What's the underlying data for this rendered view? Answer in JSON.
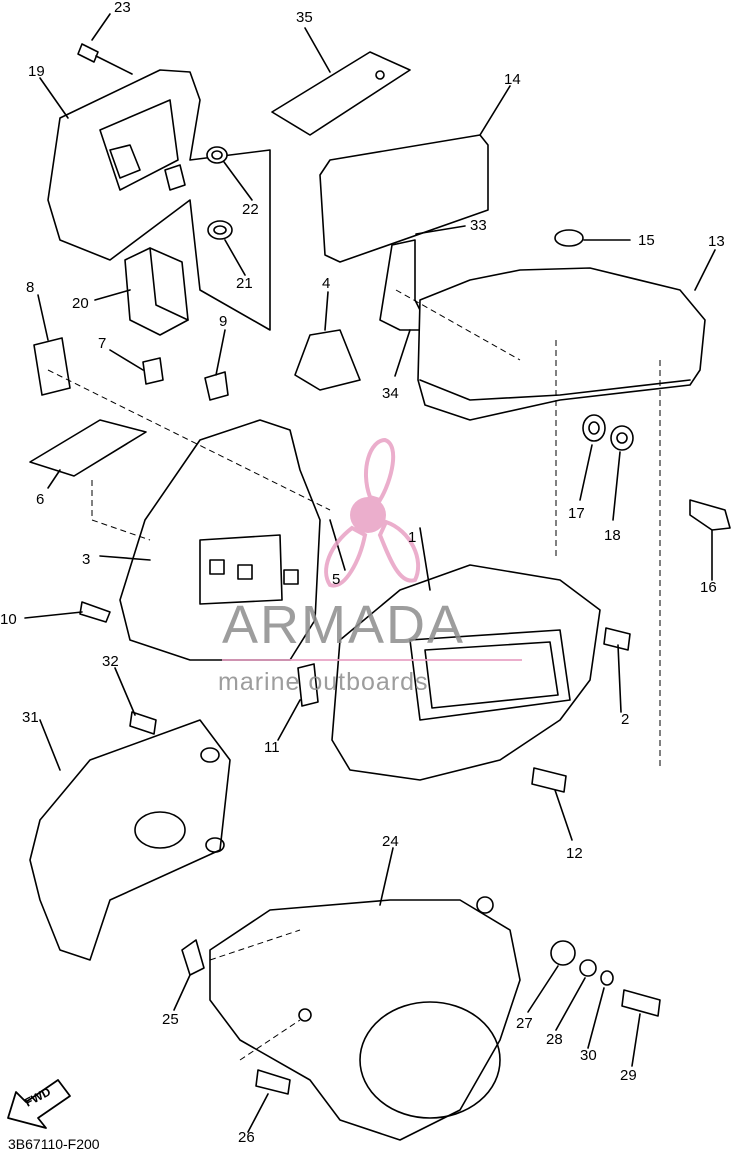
{
  "diagram": {
    "drawing_code": "3B67110-F200",
    "fwd_label": "FWD",
    "watermark": {
      "title": "ARMADA",
      "subtitle": "marine outboards",
      "accent_color": "#e8a0c4",
      "text_color": "#8c8c8c"
    },
    "part_numbers": {
      "p1": "1",
      "p2": "2",
      "p3": "3",
      "p4": "4",
      "p5": "5",
      "p6": "6",
      "p7": "7",
      "p8": "8",
      "p9": "9",
      "p10": "10",
      "p11": "11",
      "p12": "12",
      "p13": "13",
      "p14": "14",
      "p15": "15",
      "p16": "16",
      "p17": "17",
      "p18": "18",
      "p19": "19",
      "p20": "20",
      "p21": "21",
      "p22": "22",
      "p23": "23",
      "p24": "24",
      "p25": "25",
      "p26": "26",
      "p27": "27",
      "p28": "28",
      "p29": "29",
      "p30": "30",
      "p31": "31",
      "p32": "32",
      "p33": "33",
      "p34": "34",
      "p35": "35"
    }
  }
}
